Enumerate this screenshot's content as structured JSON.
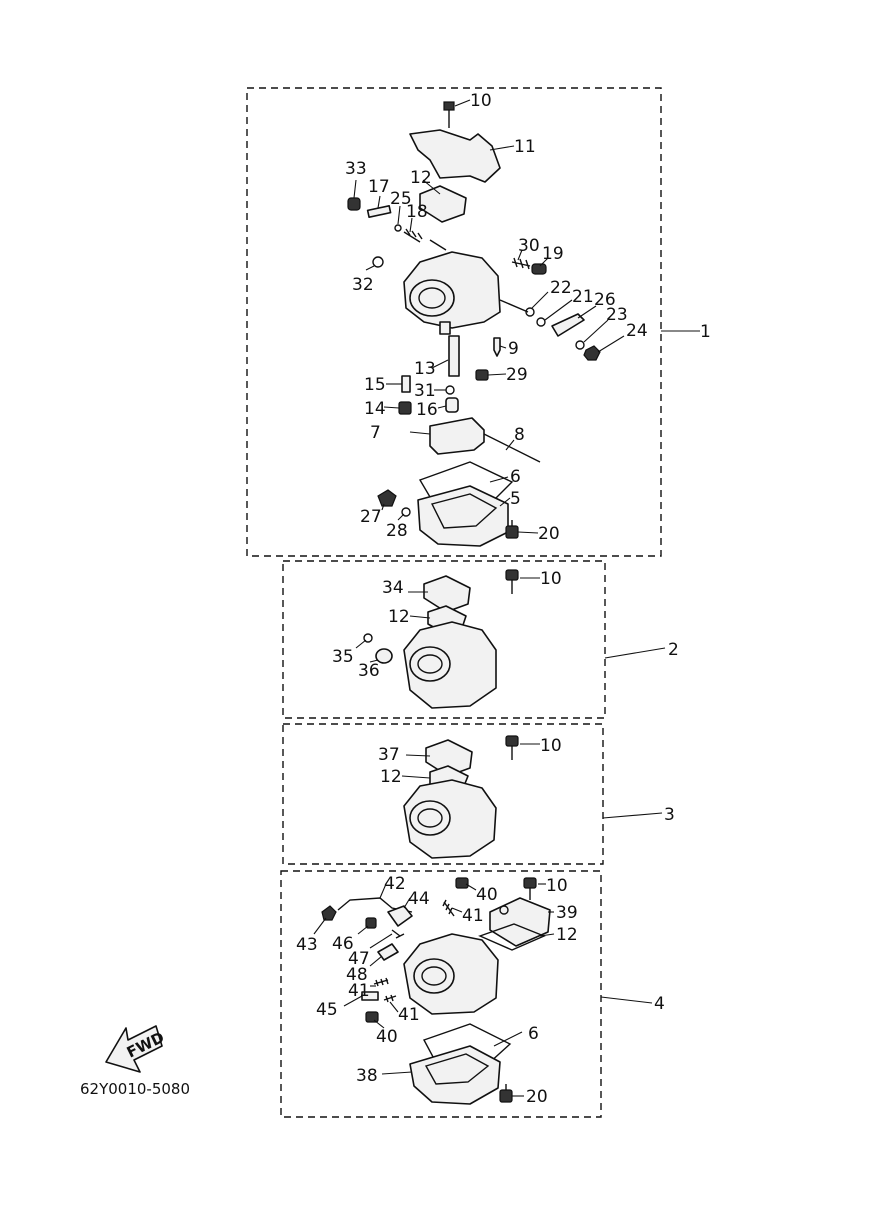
{
  "drawing_code": "62Y0010-5080",
  "fwd_label": "FWD",
  "groups": [
    {
      "id": "1",
      "label": "1"
    },
    {
      "id": "2",
      "label": "2"
    },
    {
      "id": "3",
      "label": "3"
    },
    {
      "id": "4",
      "label": "4"
    }
  ],
  "callouts": {
    "g1": [
      "10",
      "11",
      "33",
      "17",
      "12",
      "25",
      "18",
      "30",
      "19",
      "32",
      "22",
      "21",
      "26",
      "23",
      "24",
      "9",
      "13",
      "29",
      "15",
      "31",
      "14",
      "16",
      "7",
      "8",
      "6",
      "5",
      "27",
      "28",
      "20"
    ],
    "g2": [
      "34",
      "10",
      "12",
      "35",
      "36"
    ],
    "g3": [
      "37",
      "10",
      "12"
    ],
    "g4": [
      "42",
      "44",
      "40",
      "10",
      "41",
      "39",
      "43",
      "46",
      "12",
      "47",
      "48",
      "41",
      "45",
      "41",
      "40",
      "6",
      "38",
      "20"
    ]
  }
}
